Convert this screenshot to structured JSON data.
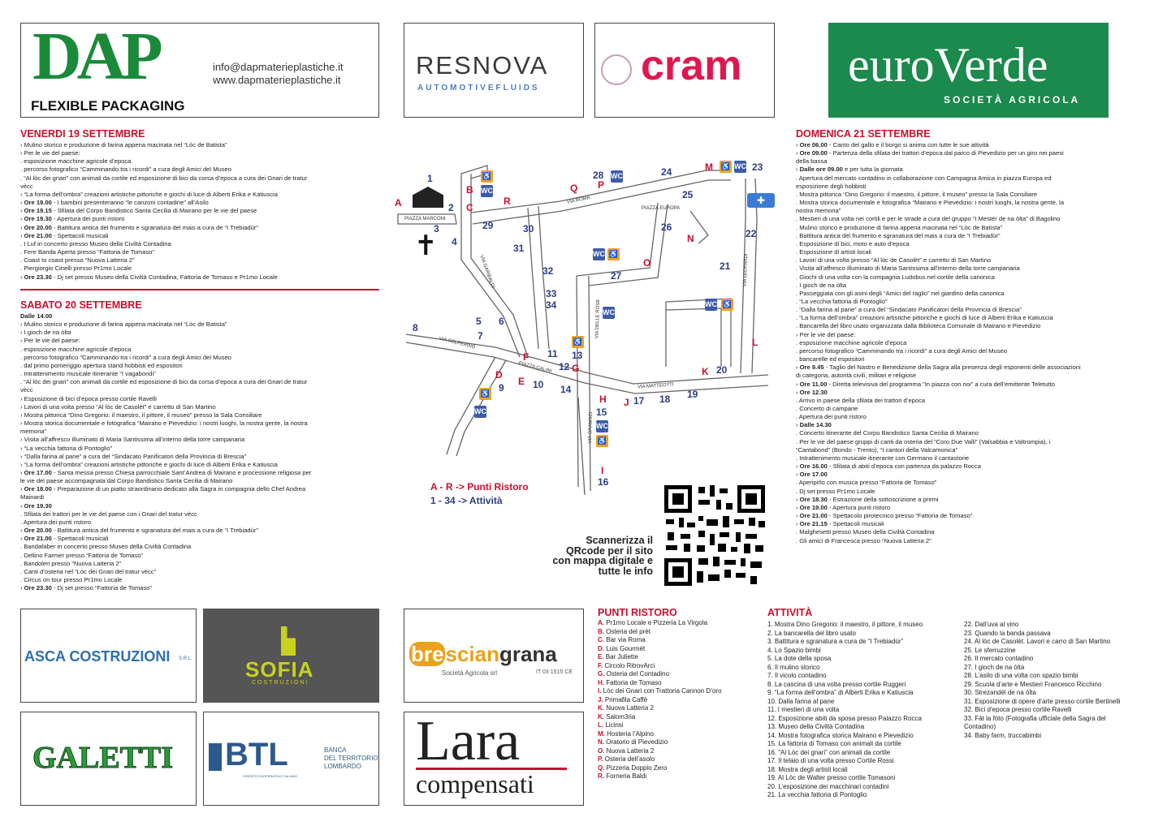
{
  "sponsors_top": {
    "dap": {
      "logo": "DAP",
      "email": "info@dapmaterieplastiche.it",
      "web": "www.dapmaterieplastiche.it",
      "tagline": "FLEXIBLE PACKAGING"
    },
    "resnova": {
      "logo": "RESNOVA",
      "sub": "AUTOMOTIVEFLUIDS"
    },
    "cram": {
      "logo": "cram"
    },
    "euroverde": {
      "logo": "euroVerde",
      "sub": "SOCIETÀ AGRICOLA"
    }
  },
  "friday": {
    "title": "VENERDI 19 SETTEMBRE",
    "lines": [
      "› Mulino storico e produzione di farina appena macinata nel “Lòc de Batista”",
      "› Per le vie del paese:",
      ". esposizione macchine agricole d’epoca",
      ". percorso fotografico “Camminando tra i ricordi” a cura degli Amici del Museo",
      ". “Al lòc dei gnari” con animali da cortile ed esposizione di bici da corsa d’epoca a cura dei Gnari de tratur",
      "vècc",
      "› “La forma dell’ombra” creazioni artistiche pittoriche e giochi di luce di Alberti Erika e Katiuscia",
      "› Ore 19.00 - I bambini presenteranno “le canzoni contadine” all’Asilo",
      "› Ore 19.15 - Sfilata del Corpo Bandistico Santa Cecilia di Mairano per le vie del paese",
      "› Ore 19.30 - Apertura dei punti ristoro",
      "› Ore 20.00 - Battitura antica del frumento e sgranatura del mais a cura de “I Trebiadùr”",
      "› Ore 21.00 - Spettacoli musicali",
      ". I Luf in concerto presso Museo della Civiltà Contadina",
      ". Fere Banda Aperta presso “Fattoria de Tomaso”",
      ". Coast to coast presso “Nuova Latteria 2”",
      ". Piergiorgio Cinelli presso Pr1mo Locale",
      "› Ore 23.30 - Dj set presso Museo della Civiltà Contadina, Fattoria de Tomaso e Pr1mo Locale"
    ]
  },
  "saturday": {
    "title": "SABATO 20 SETTEMBRE",
    "lines": [
      "Dalle 14.00",
      "› Mulino storico e produzione di farina appena macinata nel “Lòc de Batista”",
      "› I gioch de na òlta",
      "› Per le vie del paese:",
      ". esposizione macchine agricole d’epoca",
      ". percorso fotografico “Camminando tra i ricordi” a cura degli Amici del Museo",
      ". dal primo pomeriggio apertura stand hobbisti ed espositori",
      ". Intrattenimento musicale itinerante “I vagabondi”",
      ". “Al lòc dei gnari” con animali da cortile ed esposizione di bici da corsa d’epoca a cura dei Gnari de tratur",
      "vècc",
      "› Esposizione di bici d’epoca presso cortile Ravelli",
      "› Lavori di una volta presso “Al lòc de Casolèt” e carretto di San Martino",
      "› Mostra pittorica “Dino Gregorio: il maestro, il pittore, il museo” presso la Sala Consiliare",
      "› Mostra storica documentale e fotografica “Mairano e Pievedizio: i nostri luoghi, la nostra gente, la nostra",
      "memoria”",
      "› Visita all’affresco illuminato di Maria Santissima all’interno della torre campanaria",
      "› “La vecchia fattoria di Pontoglio”",
      "› “Dalla farina al pane” a cura del “Sindacato Panificatori della Provincia di Brescia”",
      "› “La forma dell’ombra” creazioni artistiche pittoriche e giochi di luce di Alberti Erika e Katiuscia",
      "› Ore 17.00 - Santa messa presso Chiesa parrocchiale Sant’Andrea di Mairano e processione religiosa per",
      "le vie del paese accompagnata dal Corpo Bandistico Santa Cecilia di Mairano",
      "› Ore 18.00 - Preparazione di un piatto straordinario dedicato alla Sagra in compagnia dello Chef Andrea",
      "Mainardi",
      "› Ore 19.30",
      ". Sfilata dei trattori per le vie del paese con i Gnari del tratur vècc",
      ". Apertura dei punti ristoro",
      "› Ore 20.00 - Battitura antica del frumento e sgranatura del mais a cura de “I Trebiadùr”",
      "› Ore 21.00 - Spettacoli musicali",
      ". Bandafaber in concerto presso Museo della Civiltà Contadina",
      ". Dellino Farmer presso “Fattoria de Tomaso”",
      ". Bandoleri presso “Nuova Latteria 2”",
      ". Canti d’osteria nel “Lòc dei Gnari del tratur vècc”",
      ". Circus on tour presso Pr1mo Locale",
      "› Ore 23.30 - Dj set presso “Fattoria de Tomaso”"
    ]
  },
  "sunday": {
    "title": "DOMENICA 21 SETTEMBRE",
    "lines": [
      "› Ore 06.00 - Canto del gallo e il borgo si anima con tutte le sue attività",
      "› Ore 09.00 - Partenza della sfilata dei trattori d’epoca dal parco di Pievedizio per un giro nei paesi",
      "della bassa",
      "› Dalle ore 09.00 e per tutta la giornata",
      ". Apertura del mercato contadino in collaborazione con Campagna Amica in piazza Europa ed",
      "esposizione degli hobbisti",
      ". Mostra pittorica “Dino Gregorio: il maestro, il pittore, il museo” presso la Sala Consiliare",
      ". Mostra storica documentale e fotografica “Mairano e Pievedizio: i nostri luoghi, la nostra gente, la",
      "nostra memoria”",
      ". Mestieri di una volta nei cortili e per le strade a cura del gruppo “I Mestér de na òlta” di Bagolino",
      ". Mulino storico e produzione di farina appena macinata nel “Lòc de Batista”",
      ". Battitura antica del frumento e sgranatura del mais a cura de “I Trebiadùr”",
      ". Esposizione di bici, moto e auto d’epoca",
      ". Esposizione di artisti locali",
      ". Lavori di una volta presso “Al lòc de Casolèt” e carretto di San Martino",
      ". Visita all’affresco illuminato di Maria Santissima all’interno della torre campanaria",
      ". Giochi di una volta con la compagnia Ludobus nel cortile della canonica",
      ". I gioch de na òlta",
      ". Passeggiata con gli asini degli “Amici del raglio” nel giardino della canonica",
      ". “La vecchia fattoria di Pontoglio”",
      ". “Dalla farina al pane” a cura del “Sindacato Panificatori della Provincia di Brescia”",
      ". “La forma dell’ombra” creazioni artistiche pittoriche e giochi di luce di Alberti Erika e Katiuscia",
      ". Bancarella del libro usato organizzata dalla Biblioteca Comunale di Mairano e Pievedizio",
      "› Per le vie del paese:",
      ". esposizione macchine agricole d’epoca",
      ". percorso fotografico “Camminando tra i ricordi” a cura degli Amici del Museo",
      ". bancarelle ed espositori",
      "› Ore 9.45 - Taglio del Nastro e Benedizione della Sagra alla presenza degli esponenti delle associazioni",
      "di categoria, autorità civili, militari e religiose",
      "› Ore 11.00 - Diretta televisiva del programma “In piazza con noi” a cura dell’emittente Teletutto",
      "› Ore 12.30",
      ". Arrivo in paese della sfilata dei trattori d’epoca",
      ". Concerto di campane",
      ". Apertura dei punti ristoro",
      "› Dalle 14.30",
      ". Concerto itinerante del Corpo Bandistico Santa Cecilia di Mairano",
      ". Per le vie del paese gruppi di canti da osteria del “Coro Due Valli” (Valsabbia e Valtrompia), i",
      "“Cantabond” (Bondo - Trento), “I cantori della Valcamonica”",
      ". Intrattenimento musicale itinerante con Germano il cantastorie",
      "› Ore 16.00 - Sfilata di abiti d’epoca con partenza da palazzo Rocca",
      "› Ore 17.00",
      ". Aperipirlo con musica presso “Fattoria de Tomaso”",
      ". Dj set presso Pr1mo Locale",
      "› Ore 18.30 - Estrazione della sottoscrizione a premi",
      "› Ore 19.00 - Apertura punti ristoro",
      "› Ore 21.00 - Spettacolo pirotecnico presso “Fattoria de Tomaso”",
      "› Ore 21.15 - Spettacoli musicali",
      ". Malghesetti presso Museo della Civiltà Contadina",
      ". Gli amici di Francesca presso “Nuova Latteria 2”"
    ]
  },
  "map": {
    "streets": [
      "PIAZZA MARCONI",
      "VIA ROMA",
      "PIAZZA EUROPA",
      "VIA GARIBALDI",
      "VIA SOLFERINO",
      "PIAZZA CALINI",
      "VIA DELLE ROSE",
      "VIA MATTEOTTI",
      "VIA GRAMSCI",
      "VIA LEOPARDI"
    ],
    "legend_ristoro": "A - R -> Punti Ristoro",
    "legend_attivita": "1 - 34 -> Attività"
  },
  "qr": {
    "text": "Scannerizza il QRcode per il sito con mappa digitale e tutte le info"
  },
  "sponsors_bottom": {
    "asca": {
      "logo": "ASCA COSTRUZIONI",
      "suffix": "S.R.L."
    },
    "sofia": {
      "logo": "SOFIA",
      "sub": "COSTRUZIONI"
    },
    "galetti": {
      "logo": "GALETTI"
    },
    "btl": {
      "logo": "BTL",
      "sub1": "BANCA",
      "sub2": "DEL TERRITORIO",
      "sub3": "LOMBARDO",
      "sub4": "CREDITO COOPERATIVO ITALIANO"
    },
    "bresciangrana": {
      "logo_a": "bre",
      "logo_b": "scian",
      "logo_c": "grana",
      "sub": "Società Agricola srl",
      "code": "IT 03 1515 CE"
    },
    "lara": {
      "logo": "Lara",
      "sub": "compensati"
    }
  },
  "ristoro": {
    "title": "PUNTI RISTORO",
    "items": [
      {
        "k": "A.",
        "v": "Pr1mo Locale e Pizzeria La Virgola"
      },
      {
        "k": "B.",
        "v": "Osteria del prèt"
      },
      {
        "k": "C.",
        "v": "Bar via Roma"
      },
      {
        "k": "D.",
        "v": "Luis Gourmét"
      },
      {
        "k": "E.",
        "v": "Bar Juliette"
      },
      {
        "k": "F.",
        "v": "Circolo RitrovArci"
      },
      {
        "k": "G.",
        "v": "Osteria del Contadino"
      },
      {
        "k": "H.",
        "v": "Fattoria de Tomaso"
      },
      {
        "k": "I.",
        "v": "Lòc dei Gnari con Trattoria Cannon D’oro"
      },
      {
        "k": "J.",
        "v": "Primafila Caffè"
      },
      {
        "k": "K.",
        "v": "Nuova Latteria 2"
      },
      {
        "k": "K.",
        "v": "Salom3ria"
      },
      {
        "k": "L.",
        "v": "Licinsi"
      },
      {
        "k": "M.",
        "v": "Hosteria l’Alpino"
      },
      {
        "k": "N.",
        "v": "Oratorio di Pievedizio"
      },
      {
        "k": "O.",
        "v": "Nuova Latteria 2"
      },
      {
        "k": "P.",
        "v": "Osteria dell’asolo"
      },
      {
        "k": "Q.",
        "v": "Pizzeria Doppio Zero"
      },
      {
        "k": "R.",
        "v": "Forneria Baldi"
      }
    ]
  },
  "attivita": {
    "title": "ATTIVITÀ",
    "col1": [
      "1. Mostra Dino Gregorio: il maestro, il pittore, il museo",
      "2. La bancarella del libro usato",
      "3. Battitura e sgranatura a cura de “I Trebiadùr”",
      "4. Lo Spazio bimbi",
      "5. La dote della sposa",
      "6. Il mulino storico",
      "7. Il vicolo contadino",
      "8. La cascina di una volta presso cortile Ruggeri",
      "9. “La forma dell’ombra” di Alberti Erika e Katiuscia",
      "10. Dalla farina al pane",
      "11. I mestieri di una volta",
      "12. Esposizione abiti da sposa presso Palazzo Rocca",
      "13. Museo della Civiltà Contadina",
      "14. Mostra fotografica storica Mairano e Pievedizio",
      "15. La fattoria di Tomaso con animali da cortile",
      "16. “Al Lòc dei gnari” con animali da cortile",
      "17. Il telaio di una volta presso Cortile Rossi",
      "18. Mostra degli artisti locali",
      "19. Al Lòc de Walter presso cortile Tomasoni",
      "20. L’esposizione dei macchinari contadini",
      "21. La vecchia fattoria di Pontoglio"
    ],
    "col2": [
      "22. Dall’uva al vino",
      "23. Quando la banda passava",
      "24. Al lòc de Casolèt. Lavori e carro di San Martino",
      "25. Le sferruzzine",
      "26. Il mercato contadino",
      "27. I gioch de na òlta",
      "28. L’asilo di una volta con spazio bimbi",
      "29. Scuola d’arte e Mestieri Francesco Ricchino",
      "30. Strezandél de na òlta",
      "31. Esposizione di opere d’arte presso cortile Bertinelli",
      "32. Bici d’epoca presso cortile Ravelli",
      "33. Fàt la fòto (Fotografia ufficiale della Sagra del",
      "Contadino)",
      "34. Baby farm, truccabimbi"
    ]
  }
}
